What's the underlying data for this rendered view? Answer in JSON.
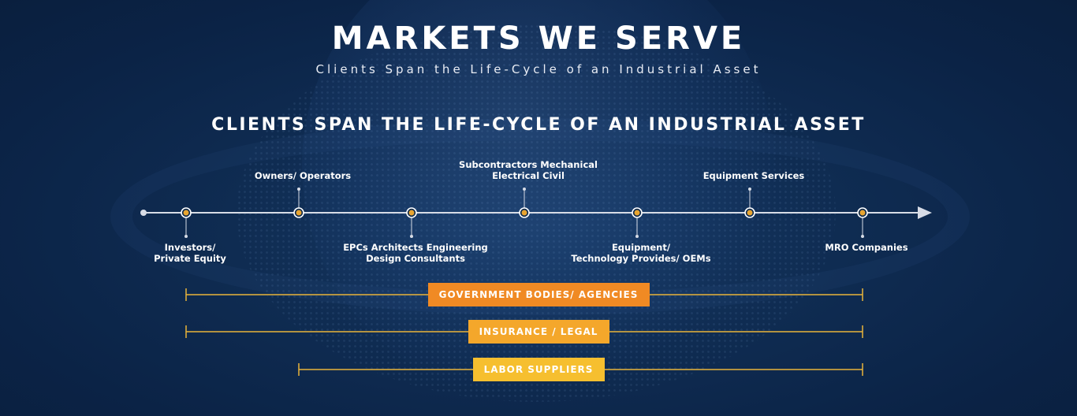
{
  "title": "MARKETS WE SERVE",
  "subtitle": "Clients Span the Life-Cycle of an Industrial Asset",
  "section_title": "CLIENTS SPAN THE LIFE-CYCLE OF AN INDUSTRIAL ASSET",
  "timeline": {
    "stages": [
      {
        "label": "Investors/\nPrivate Equity",
        "position": "below"
      },
      {
        "label": "Owners/ Operators",
        "position": "above"
      },
      {
        "label": "EPCs Architects Engineering\nDesign Consultants",
        "position": "below"
      },
      {
        "label": "Subcontractors Mechanical\nElectrical Civil",
        "position": "above"
      },
      {
        "label": "Equipment/\nTechnology Provides/ OEMs",
        "position": "below"
      },
      {
        "label": "Equipment Services",
        "position": "above"
      },
      {
        "label": "MRO Companies",
        "position": "below"
      }
    ]
  },
  "spans": [
    {
      "label": "GOVERNMENT BODIES/ AGENCIES",
      "color": "#f08a24",
      "from_stage": 1,
      "to_stage": 7
    },
    {
      "label": "INSURANCE / LEGAL",
      "color": "#f4a72b",
      "from_stage": 1,
      "to_stage": 7
    },
    {
      "label": "LABOR SUPPLIERS",
      "color": "#f6bf2f",
      "from_stage": 2,
      "to_stage": 7
    }
  ],
  "colors": {
    "line": "#d7dce6",
    "node_fill": "#e8a531",
    "node_ring": "#ffffff",
    "span_line": "#e9b43a"
  }
}
